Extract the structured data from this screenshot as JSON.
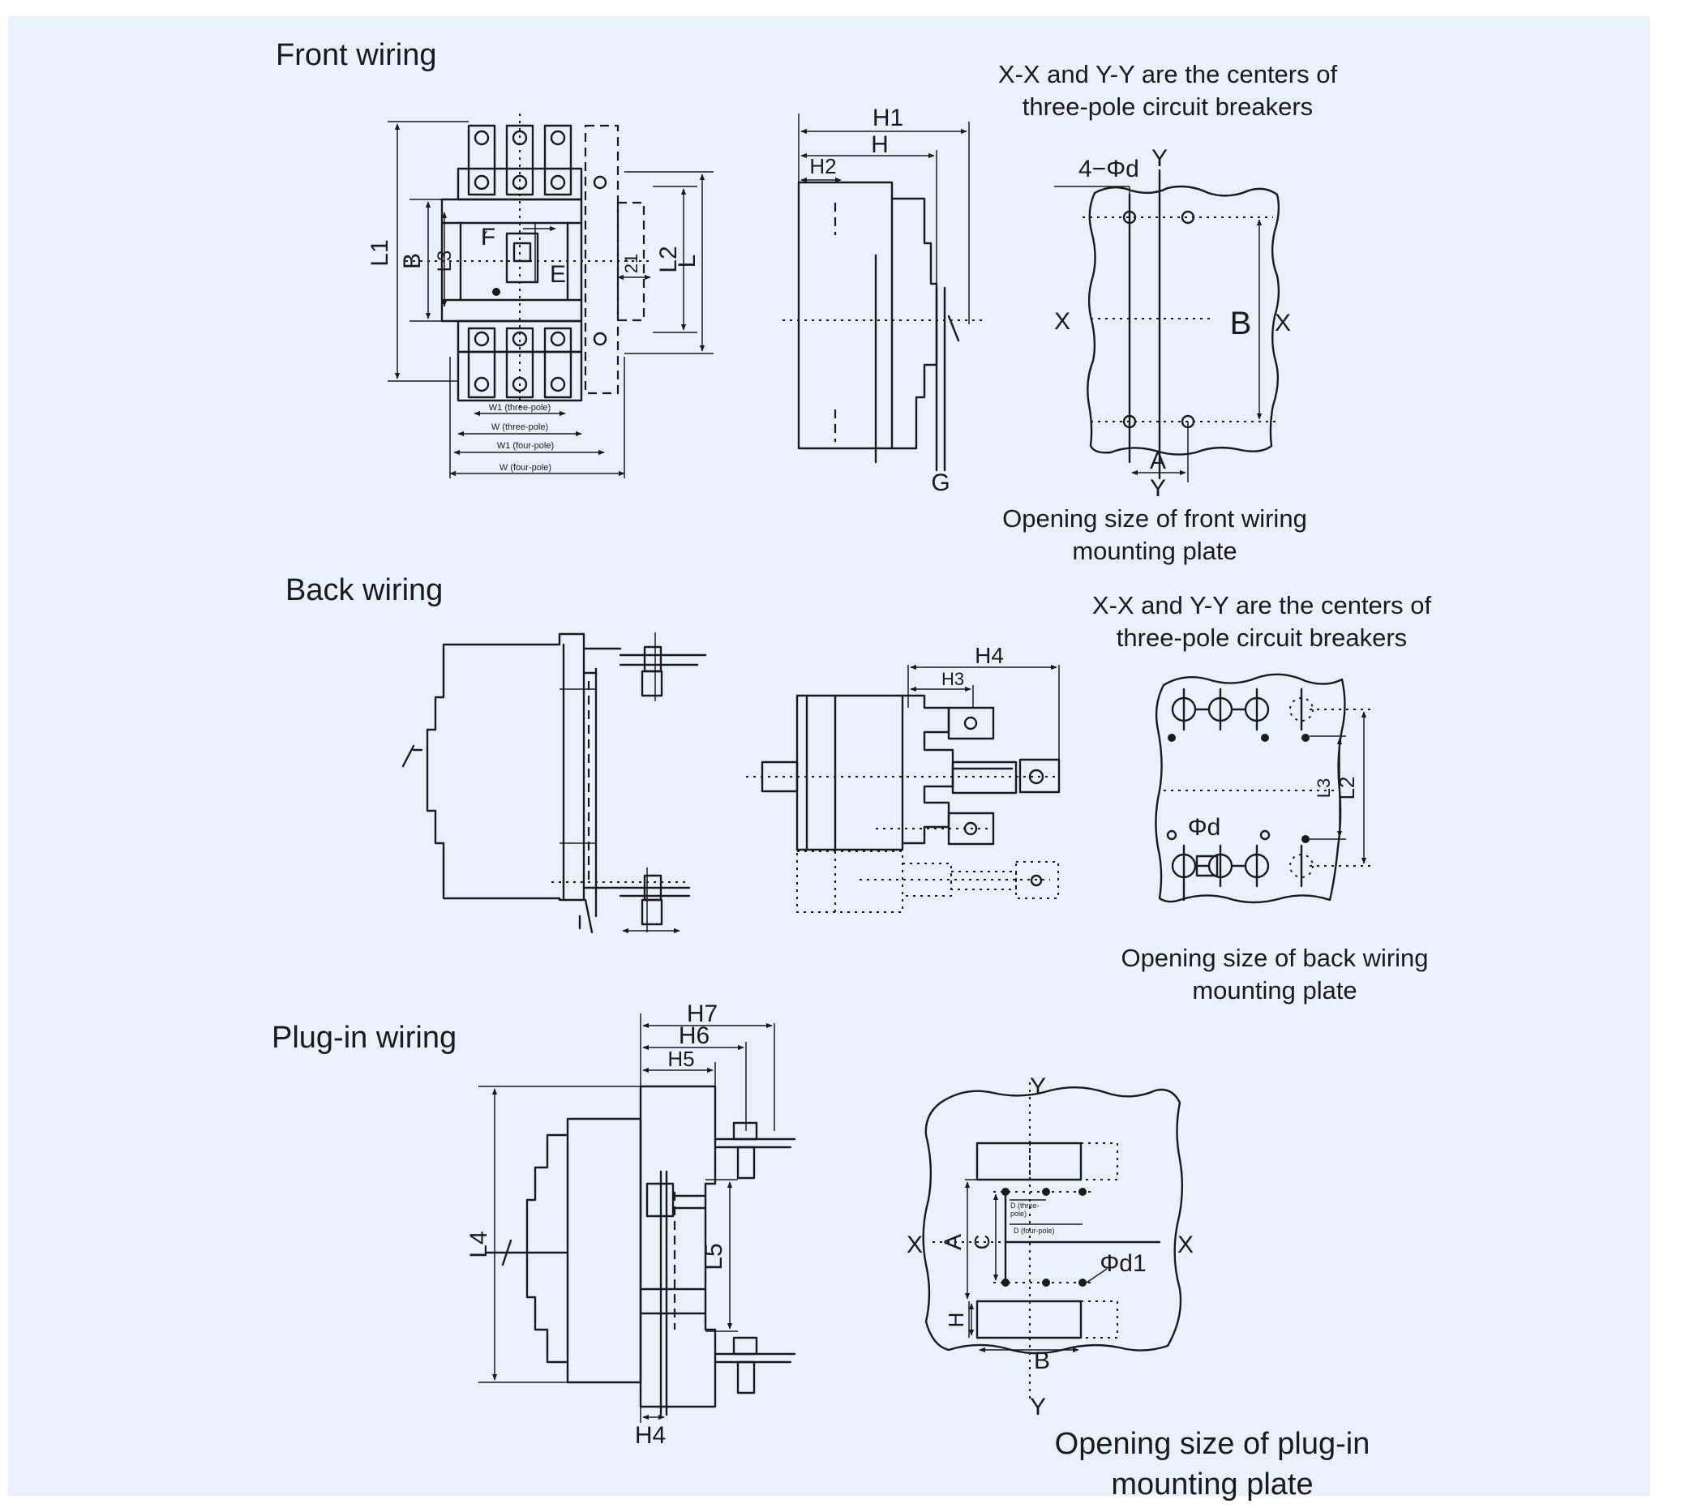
{
  "sections": {
    "front": {
      "title": "Front wiring",
      "note_line1": "X-X and Y-Y are the centers of",
      "note_line2": "three-pole circuit breakers",
      "caption_line1": "Opening size of front wiring",
      "caption_line2": "mounting plate"
    },
    "back": {
      "title": "Back wiring",
      "note_line1": "X-X and Y-Y are the centers of",
      "note_line2": "three-pole circuit breakers",
      "caption_line1": "Opening size of back wiring",
      "caption_line2": "mounting plate"
    },
    "plugin": {
      "title": "Plug-in wiring",
      "caption_line1": "Opening size of plug-in",
      "caption_line2": "mounting plate"
    }
  },
  "dims": {
    "L1": "L1",
    "B": "B",
    "L3": "L3",
    "F": "F",
    "E": "E",
    "d21": "21",
    "L2": "L2",
    "L": "L",
    "W1_three": "W1 (three-pole)",
    "W_three": "W (three-pole)",
    "W1_four": "W1 (four-pole)",
    "W_four": "W (four-pole)",
    "H1": "H1",
    "H": "H",
    "H2": "H2",
    "G": "G",
    "four_phi_d": "4−Φd",
    "Y": "Y",
    "X": "X",
    "A": "A",
    "H3": "H3",
    "H4": "H4",
    "phi_d": "Φd",
    "H5": "H5",
    "H6": "H6",
    "H7": "H7",
    "L4": "L4",
    "L5": "L5",
    "C": "C",
    "phi_d1": "Φd1",
    "D_three_a": "D (three-",
    "D_three_b": "pole)",
    "D_four": "D (four-pole)"
  },
  "colors": {
    "background": "#e9f2fb",
    "ink": "#1a1a1a"
  }
}
